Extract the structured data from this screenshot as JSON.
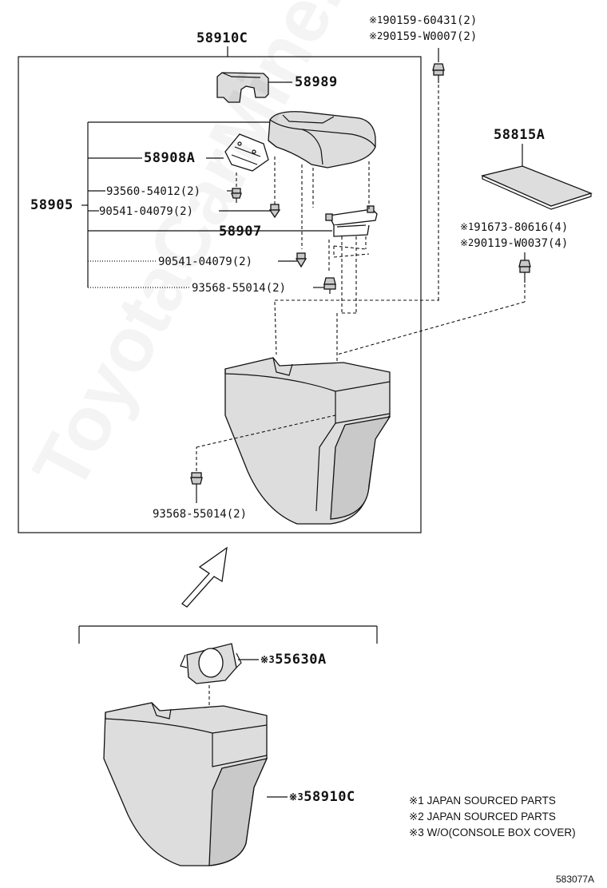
{
  "upper_group": {
    "assembly_part": "58910C",
    "parts": {
      "p58989": "58989",
      "p58908A": "58908A",
      "p58905": "58905",
      "p93560": "93560-54012(2)",
      "p90541_a": "90541-04079(2)",
      "p58907": "58907",
      "p90541_b": "90541-04079(2)",
      "p93568_a": "93568-55014(2)",
      "p93568_b": "93568-55014(2)"
    }
  },
  "right_group": {
    "screw_top_1_mark": "※1",
    "screw_top_1": "90159-60431(2)",
    "screw_top_2_mark": "※2",
    "screw_top_2": "90159-W0007(2)",
    "pad_part": "58815A",
    "clip_1_mark": "※1",
    "clip_1": "91673-80616(4)",
    "clip_2_mark": "※2",
    "clip_2": "90119-W0037(4)"
  },
  "lower_group": {
    "bracket_mark": "※3",
    "bracket_part": "55630A",
    "box_mark": "※3",
    "box_part": "58910C"
  },
  "legend": [
    "※1 JAPAN SOURCED PARTS",
    "※2 JAPAN SOURCED PARTS",
    "※3 W/O(CONSOLE BOX COVER)"
  ],
  "diagram_code": "583077A",
  "watermark": "ToyotaCarMine.ru"
}
